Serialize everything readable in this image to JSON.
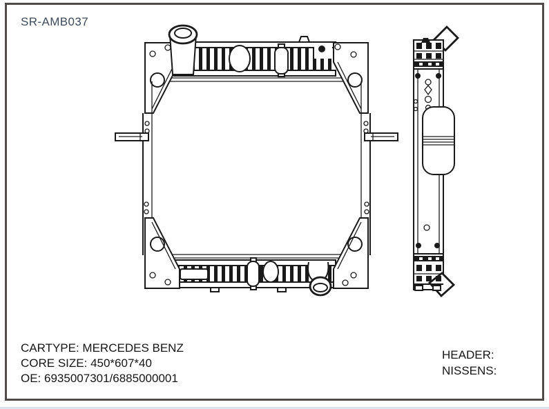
{
  "title": "SR-AMB037",
  "specs": {
    "cartype": "CARTYPE: MERCEDES BENZ",
    "core_size": "CORE SIZE: 450*607*40",
    "oe": "OE: 6935007301/6885000001"
  },
  "reference": {
    "header": "HEADER:",
    "nissens": "NISSENS:"
  },
  "colors": {
    "title-color": "#3d4a5c",
    "text-color": "#161616",
    "line-color": "#1a1a1a",
    "frame-color": "#504a48",
    "strip-color": "#dbe5ef",
    "bg-color": "#ffffff"
  }
}
